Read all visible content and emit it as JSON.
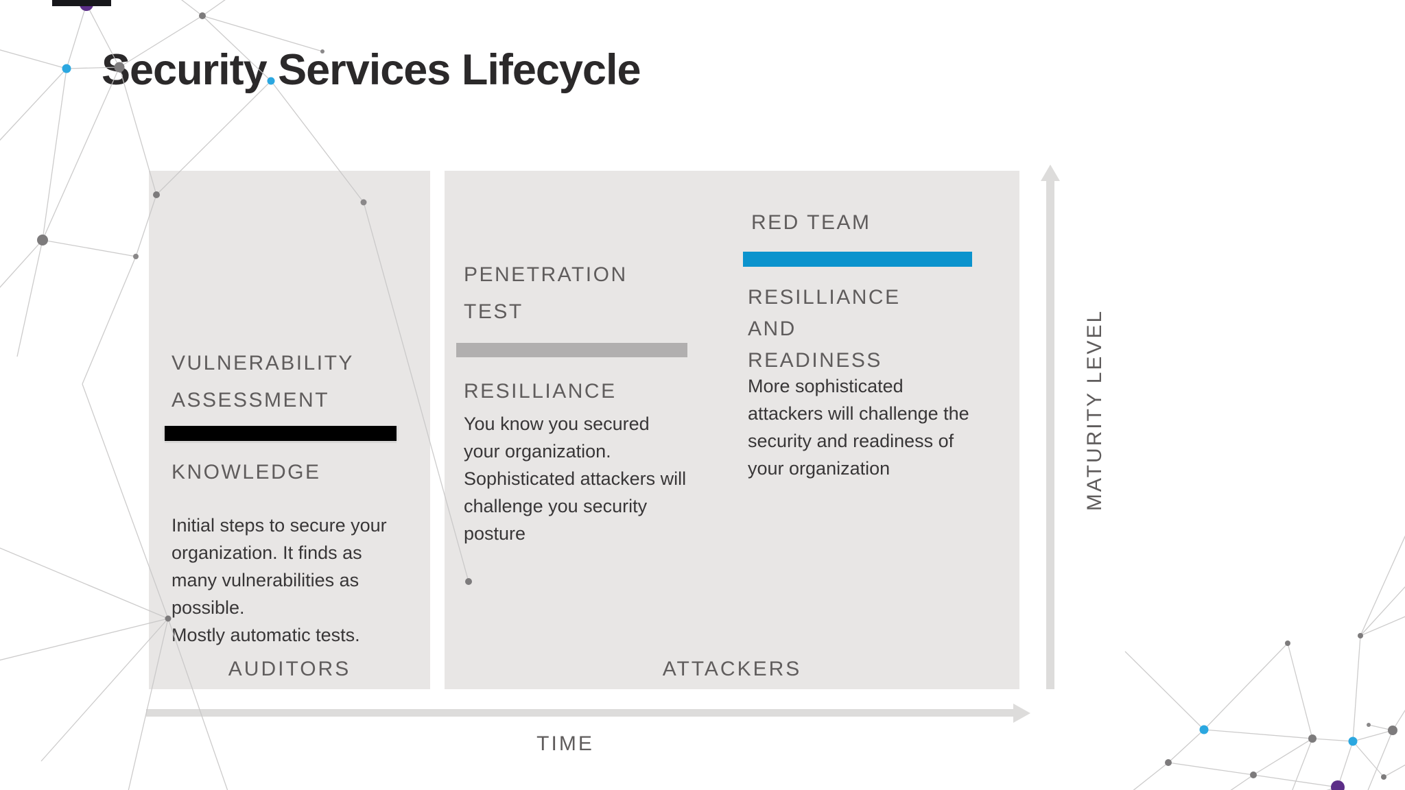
{
  "title": "Security Services Lifecycle",
  "stages": [
    {
      "name_lines": [
        "VULNERABILITY",
        "ASSESSMENT"
      ],
      "bar_color": "#000000",
      "outcome_lines": [
        "KNOWLEDGE"
      ],
      "description_lines": [
        "Initial steps to secure your",
        "organization. It finds as",
        "many vulnerabilities as",
        "possible.",
        "Mostly automatic tests."
      ]
    },
    {
      "name_lines": [
        "PENETRATION",
        "TEST"
      ],
      "bar_color": "#b1afaf",
      "outcome_lines": [
        "RESILLIANCE"
      ],
      "description_lines": [
        "You know you secured",
        "your organization.",
        "Sophisticated attackers will",
        "challenge you security",
        "posture"
      ]
    },
    {
      "name_lines": [
        "RED TEAM"
      ],
      "bar_color": "#0b93cd",
      "outcome_lines": [
        "RESILLIANCE",
        "AND",
        "READINESS"
      ],
      "description_lines": [
        "More sophisticated",
        "attackers will challenge the",
        "security and readiness of",
        "your organization"
      ]
    }
  ],
  "groups": {
    "left_actor": "AUDITORS",
    "right_actor": "ATTACKERS"
  },
  "axes": {
    "x_label": "TIME",
    "y_label": "MATURITY LEVEL"
  },
  "colors": {
    "panel_background": "#e8e6e5",
    "heading_text": "#5f5c5c",
    "body_text": "#383637",
    "title_text": "#2b292a",
    "axis_arrow": "#dddcdb",
    "bar_black": "#000000",
    "bar_gray": "#b1afaf",
    "bar_blue": "#0b93cd",
    "network_line": "#c7c6c6",
    "network_node_gray": "#7d7b7c",
    "network_node_blue": "#2ba7e0",
    "network_node_purple": "#5c2e88"
  }
}
